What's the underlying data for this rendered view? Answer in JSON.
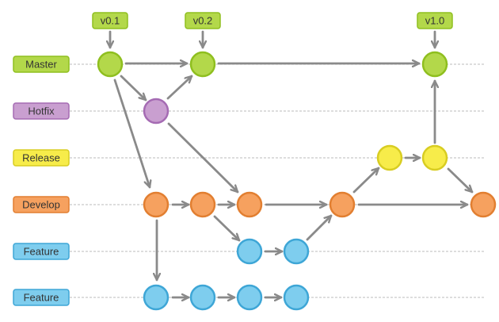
{
  "lanes": [
    {
      "id": "master",
      "label": "Master",
      "fill": "#b3d84a",
      "stroke": "#8fbf1f"
    },
    {
      "id": "hotfix",
      "label": "Hotfix",
      "fill": "#c99fd0",
      "stroke": "#a56bb3"
    },
    {
      "id": "release",
      "label": "Release",
      "fill": "#f7ec4a",
      "stroke": "#d8cd22"
    },
    {
      "id": "develop",
      "label": "Develop",
      "fill": "#f6a15f",
      "stroke": "#e27f31"
    },
    {
      "id": "feature1",
      "label": "Feature",
      "fill": "#7ecdee",
      "stroke": "#3ea6d6"
    },
    {
      "id": "feature2",
      "label": "Feature",
      "fill": "#7ecdee",
      "stroke": "#3ea6d6"
    }
  ],
  "tags": [
    {
      "id": "v01",
      "label": "v0.1",
      "fill": "#b3d84a",
      "stroke": "#8fbf1f"
    },
    {
      "id": "v02",
      "label": "v0.2",
      "fill": "#b3d84a",
      "stroke": "#8fbf1f"
    },
    {
      "id": "v10",
      "label": "v1.0",
      "fill": "#b3d84a",
      "stroke": "#8fbf1f"
    }
  ],
  "colors": {
    "arrow": "#8a8a8a",
    "guide": "#bbbbbb",
    "label_text": "#333333"
  }
}
